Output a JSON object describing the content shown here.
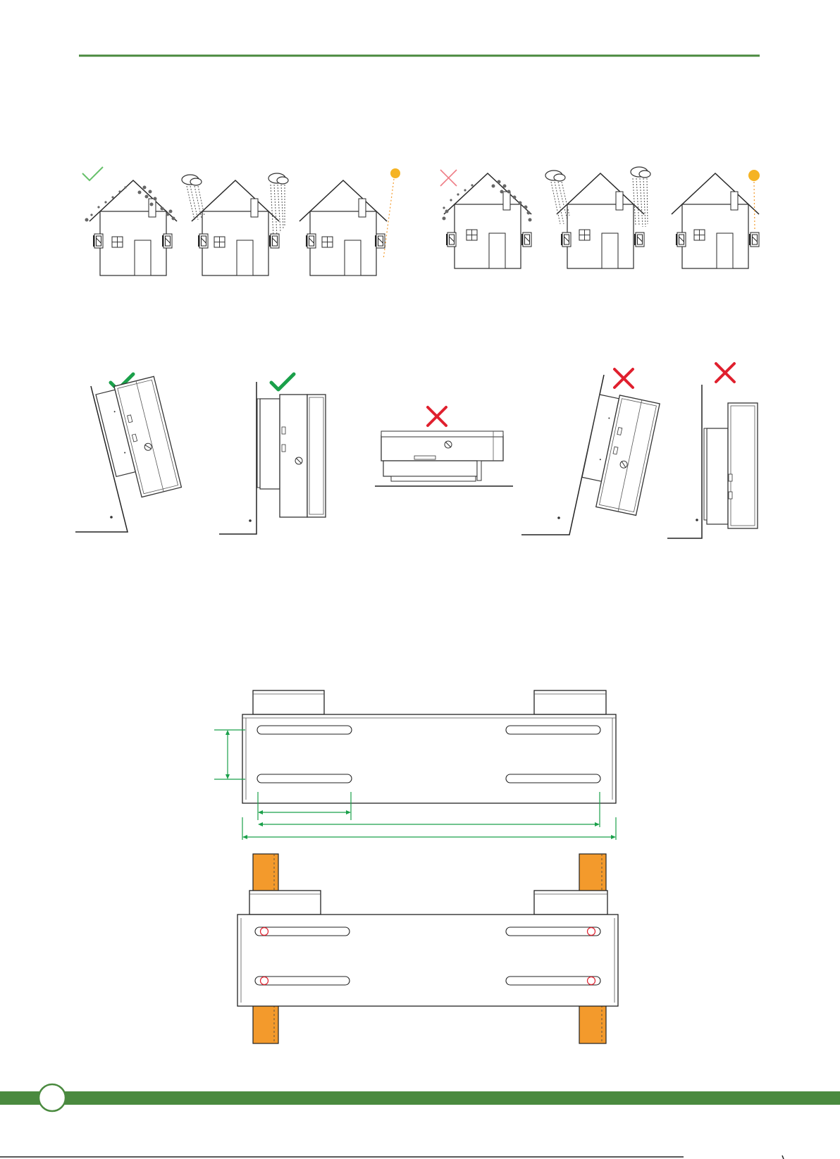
{
  "colors": {
    "accent_green": "#4a8a3f",
    "check_green": "#1aa04a",
    "light_check_green": "#66c06a",
    "cross_red": "#e0202e",
    "light_cross_red": "#ef7d86",
    "orange": "#f39a2c",
    "sun": "#f5b323",
    "outline": "#2a2a2a"
  },
  "icons": [
    "check-icon",
    "cross-icon",
    "sun-icon",
    "rain-cloud-icon",
    "snow-dots"
  ],
  "environment_examples": [
    {
      "verdict": "ok",
      "condition": "snow"
    },
    {
      "verdict": "ok",
      "condition": "rain"
    },
    {
      "verdict": "ok",
      "condition": "sun"
    },
    {
      "verdict": "bad",
      "condition": "snow"
    },
    {
      "verdict": "bad",
      "condition": "rain"
    },
    {
      "verdict": "bad",
      "condition": "sun"
    }
  ],
  "mounting_examples": [
    {
      "verdict": "ok",
      "orientation": "tilted-back"
    },
    {
      "verdict": "ok",
      "orientation": "vertical"
    },
    {
      "verdict": "bad",
      "orientation": "horizontal"
    },
    {
      "verdict": "bad",
      "orientation": "tilted-forward"
    },
    {
      "verdict": "bad",
      "orientation": "vertical-on-bracket"
    }
  ]
}
